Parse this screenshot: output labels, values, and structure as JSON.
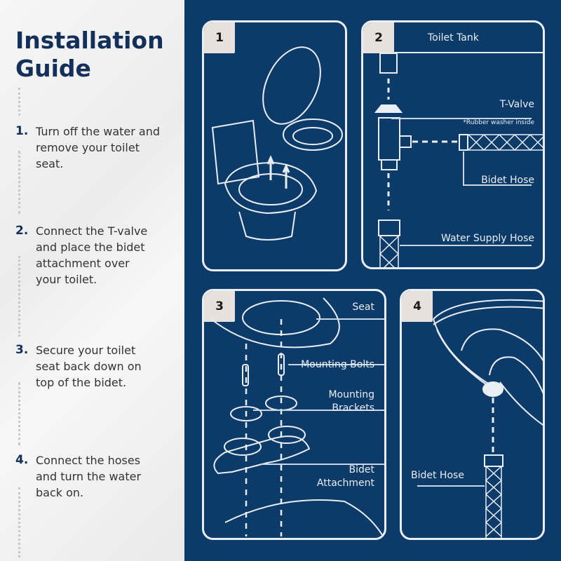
{
  "guide": {
    "title_line1": "Installation",
    "title_line2": "Guide",
    "steps": [
      {
        "number": "1.",
        "text": "Turn off the water and remove your toilet seat."
      },
      {
        "number": "2.",
        "text": "Connect the T-valve and place the bidet attachment over your toilet."
      },
      {
        "number": "3.",
        "text": "Secure your toilet seat back down on top of the bidet."
      },
      {
        "number": "4.",
        "text": "Connect the hoses and turn the water back on."
      }
    ]
  },
  "panels": [
    {
      "number": "1",
      "labels": []
    },
    {
      "number": "2",
      "labels": [
        "Toilet Tank",
        "T-Valve",
        "*Rubber washer inside",
        "Bidet Hose",
        "Water Supply Hose"
      ]
    },
    {
      "number": "3",
      "labels": [
        "Seat",
        "Mounting Bolts",
        "Mounting",
        "Brackets",
        "Bidet",
        "Attachment"
      ]
    },
    {
      "number": "4",
      "labels": [
        "Bidet Hose"
      ]
    }
  ],
  "colors": {
    "navy": "#0c3a69",
    "title": "#12305a",
    "badge": "#e6e1dc",
    "line": "#e9eef4"
  }
}
